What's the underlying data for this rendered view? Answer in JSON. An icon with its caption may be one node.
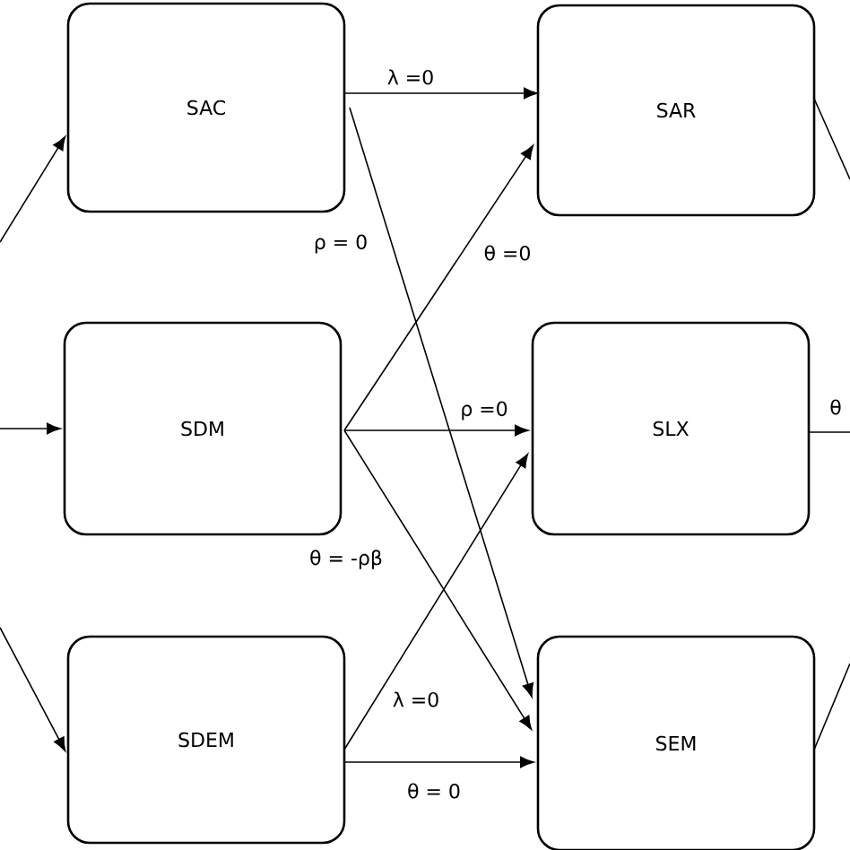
{
  "diagram": {
    "nodes": [
      {
        "text": [
          "SAC"
        ]
      },
      {
        "text": [
          "SAR"
        ]
      },
      {
        "text": [
          "SDM"
        ]
      },
      {
        "text": [
          "SLX"
        ]
      },
      {
        "text": [
          "SDEM"
        ]
      },
      {
        "text": [
          "SEM"
        ]
      }
    ],
    "edges": [
      {
        "from": 0,
        "to": 1,
        "arrow": "to",
        "label": "λ =0"
      },
      {
        "from": 0,
        "to": 5,
        "arrow": "to",
        "label": "ρ = 0"
      },
      {
        "from": 2,
        "to": 1,
        "arrow": "to",
        "label": "θ =0"
      },
      {
        "from": 2,
        "to": 3,
        "arrow": "to",
        "label": "ρ =0"
      },
      {
        "from": 2,
        "to": 5,
        "arrow": "to",
        "label": "θ = -ρβ"
      },
      {
        "from": 4,
        "to": 3,
        "arrow": "to",
        "label": "λ =0"
      },
      {
        "from": 4,
        "to": 5,
        "arrow": "to",
        "label": "θ = 0"
      },
      {
        "from": null,
        "to": 0,
        "arrow": "to"
      },
      {
        "from": null,
        "to": 2,
        "arrow": "to"
      },
      {
        "from": null,
        "to": 4,
        "arrow": "to"
      },
      {
        "from": 1,
        "to": null,
        "arrow": "none"
      },
      {
        "from": 3,
        "to": null,
        "arrow": "none",
        "label": "θ"
      },
      {
        "from": 5,
        "to": null,
        "arrow": "none"
      }
    ]
  }
}
